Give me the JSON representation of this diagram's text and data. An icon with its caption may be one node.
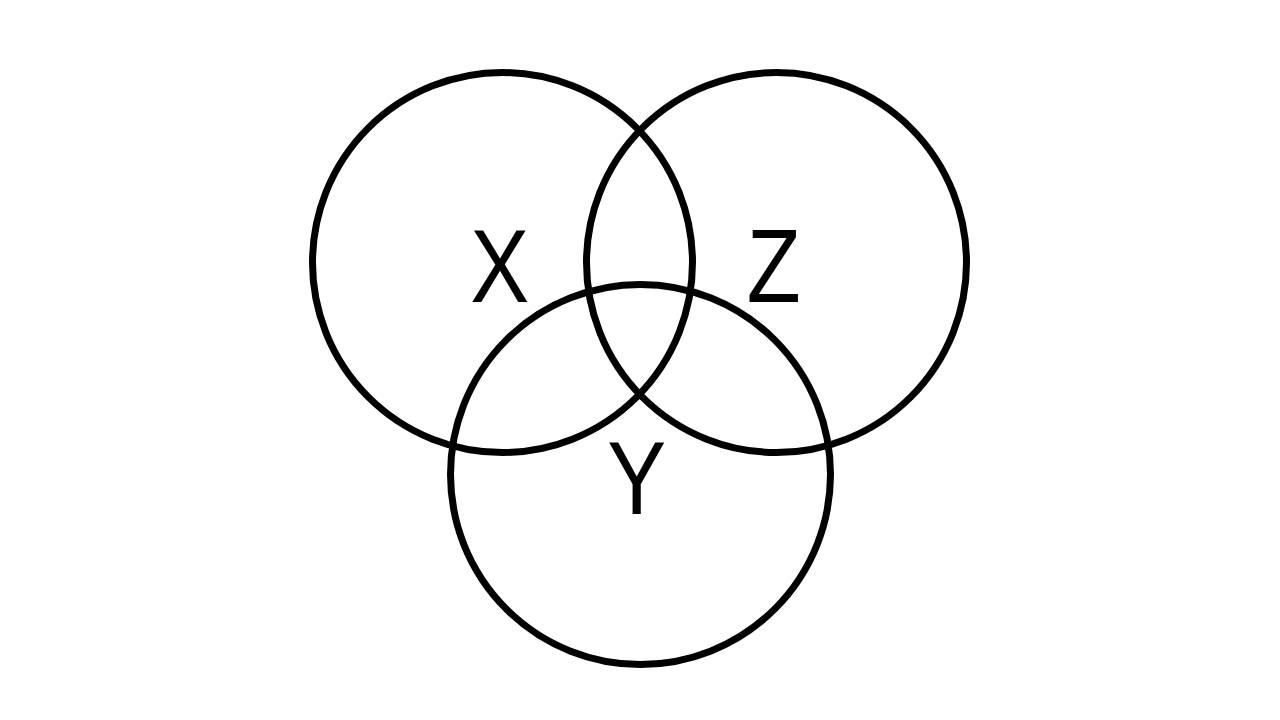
{
  "diagram": {
    "nodes": [
      {
        "text": [
          "X"
        ]
      },
      {
        "text": [
          "Z"
        ]
      },
      {
        "text": [
          "Y"
        ]
      }
    ]
  }
}
